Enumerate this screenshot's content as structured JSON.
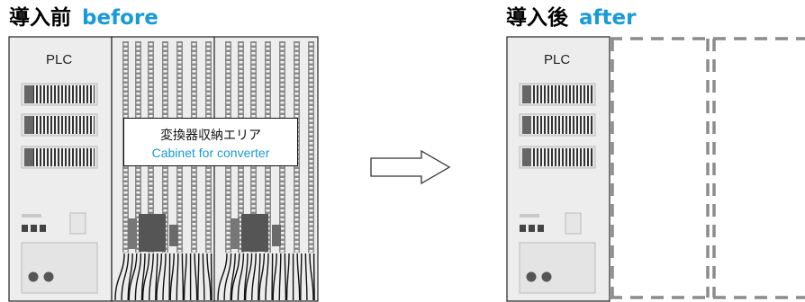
{
  "before": {
    "title_jp": "導入前",
    "title_en": "before",
    "plc_label": "PLC",
    "callout_jp": "変換器収納エリア",
    "callout_en": "Cabinet for converter"
  },
  "after": {
    "title_jp": "導入後",
    "title_en": "after",
    "plc_label": "PLC"
  },
  "colors": {
    "accent_blue": "#1a9ad6",
    "cabinet_fill": "#ededed",
    "module_dark": "#555555",
    "dashed_border": "#8c8c8c"
  },
  "icons": {
    "arrow": "right-arrow-icon"
  }
}
